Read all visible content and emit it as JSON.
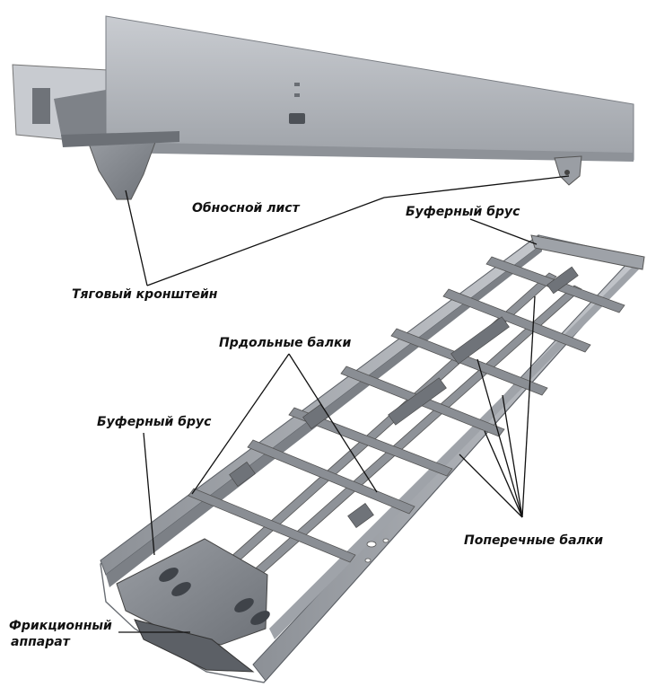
{
  "labels": {
    "obnosnoy_list": "Обносной лист",
    "bufer_top": "Буферный брус",
    "tyagovy": "Тяговый кронштейн",
    "prodolnye": "Прдольные балки",
    "bufer_left": "Буферный брус",
    "poperechnye": "Поперечные балки",
    "friktsionny_line1": "Фрикционный",
    "friktsionny_line2": "аппарат"
  },
  "colors": {
    "steel_light": "#b9bcc2",
    "steel_mid": "#8e9298",
    "steel_dark": "#5a5e64",
    "leader": "#111111"
  }
}
